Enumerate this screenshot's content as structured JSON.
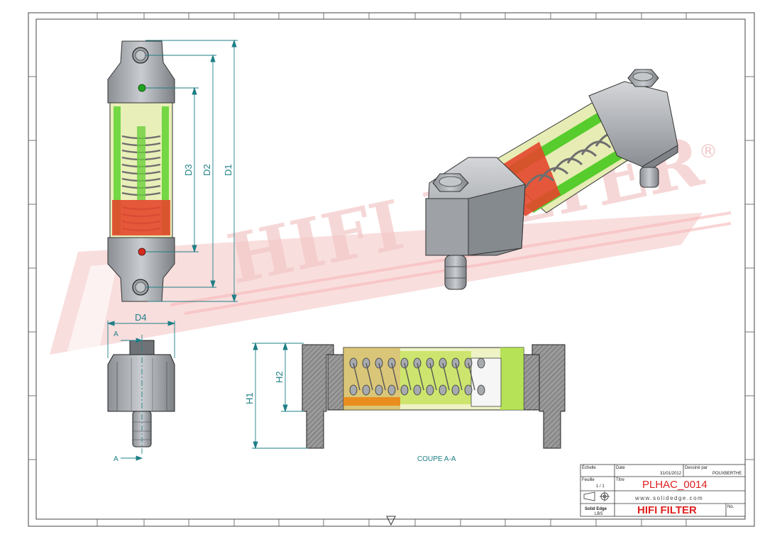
{
  "watermark": {
    "text": "HIFI FILTER",
    "reg": "®"
  },
  "dimensions": {
    "d1": "D1",
    "d2": "D2",
    "d3": "D3",
    "d4": "D4",
    "h1": "H1",
    "h2": "H2"
  },
  "section": {
    "cut_label_top": "A",
    "cut_label_bottom": "A",
    "caption": "COUPE A-A"
  },
  "title_block": {
    "field_scale": "Échelle",
    "field_date": "Date",
    "field_drawer": "Dessiné par",
    "field_sheet": "Feuille",
    "field_title": "Titre",
    "field_no": "No.",
    "date": "31/01/2012",
    "drawer": "POUXBERTHE",
    "sheet": "1 / 1",
    "title": "PLHAC_0014",
    "url": "www.solidedge.com",
    "company": "HIFI FILTER",
    "software": "Solid Edge",
    "software_sub": "LBS",
    "colors": {
      "red": "#e02020"
    }
  }
}
